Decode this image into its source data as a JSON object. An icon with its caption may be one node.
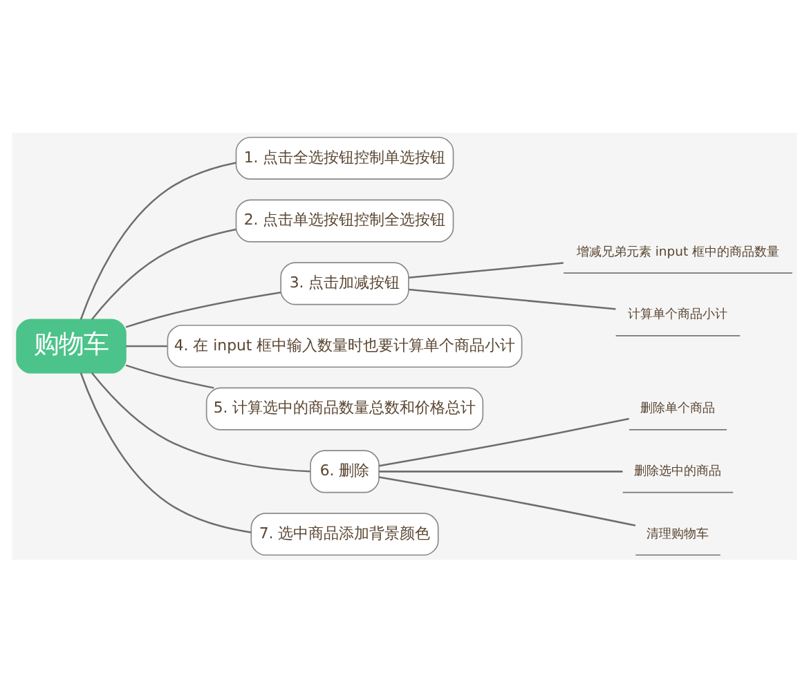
{
  "diagram": {
    "nodes": [
      {
        "text": [
          "购物车"
        ]
      },
      {
        "text": [
          "1. 点击全选按钮控制单选按钮"
        ]
      },
      {
        "text": [
          "2. 点击单选按钮控制全选按钮"
        ]
      },
      {
        "text": [
          "3. 点击加减按钮"
        ]
      },
      {
        "text": [
          "增减兄弟元素 input 框中的商品数量"
        ]
      },
      {
        "text": [
          "计算单个商品小计"
        ]
      },
      {
        "text": [
          "4. 在 input 框中输入数量时也要计算单个商品小计"
        ]
      },
      {
        "text": [
          "5. 计算选中的商品数量总数和价格总计"
        ]
      },
      {
        "text": [
          "6. 删除"
        ]
      },
      {
        "text": [
          "删除单个商品"
        ]
      },
      {
        "text": [
          "删除选中的商品"
        ]
      },
      {
        "text": [
          "清理购物车"
        ]
      },
      {
        "text": [
          "7. 选中商品添加背景颜色"
        ]
      }
    ],
    "edges": [
      {
        "from": 0,
        "to": 1,
        "arrow": "none"
      },
      {
        "from": 0,
        "to": 2,
        "arrow": "none"
      },
      {
        "from": 0,
        "to": 3,
        "arrow": "none"
      },
      {
        "from": 3,
        "to": 4,
        "arrow": "none"
      },
      {
        "from": 3,
        "to": 5,
        "arrow": "none"
      },
      {
        "from": 0,
        "to": 6,
        "arrow": "none"
      },
      {
        "from": 0,
        "to": 7,
        "arrow": "none"
      },
      {
        "from": 0,
        "to": 8,
        "arrow": "none"
      },
      {
        "from": 8,
        "to": 9,
        "arrow": "none"
      },
      {
        "from": 8,
        "to": 10,
        "arrow": "none"
      },
      {
        "from": 8,
        "to": 11,
        "arrow": "none"
      },
      {
        "from": 0,
        "to": 12,
        "arrow": "none"
      }
    ]
  }
}
